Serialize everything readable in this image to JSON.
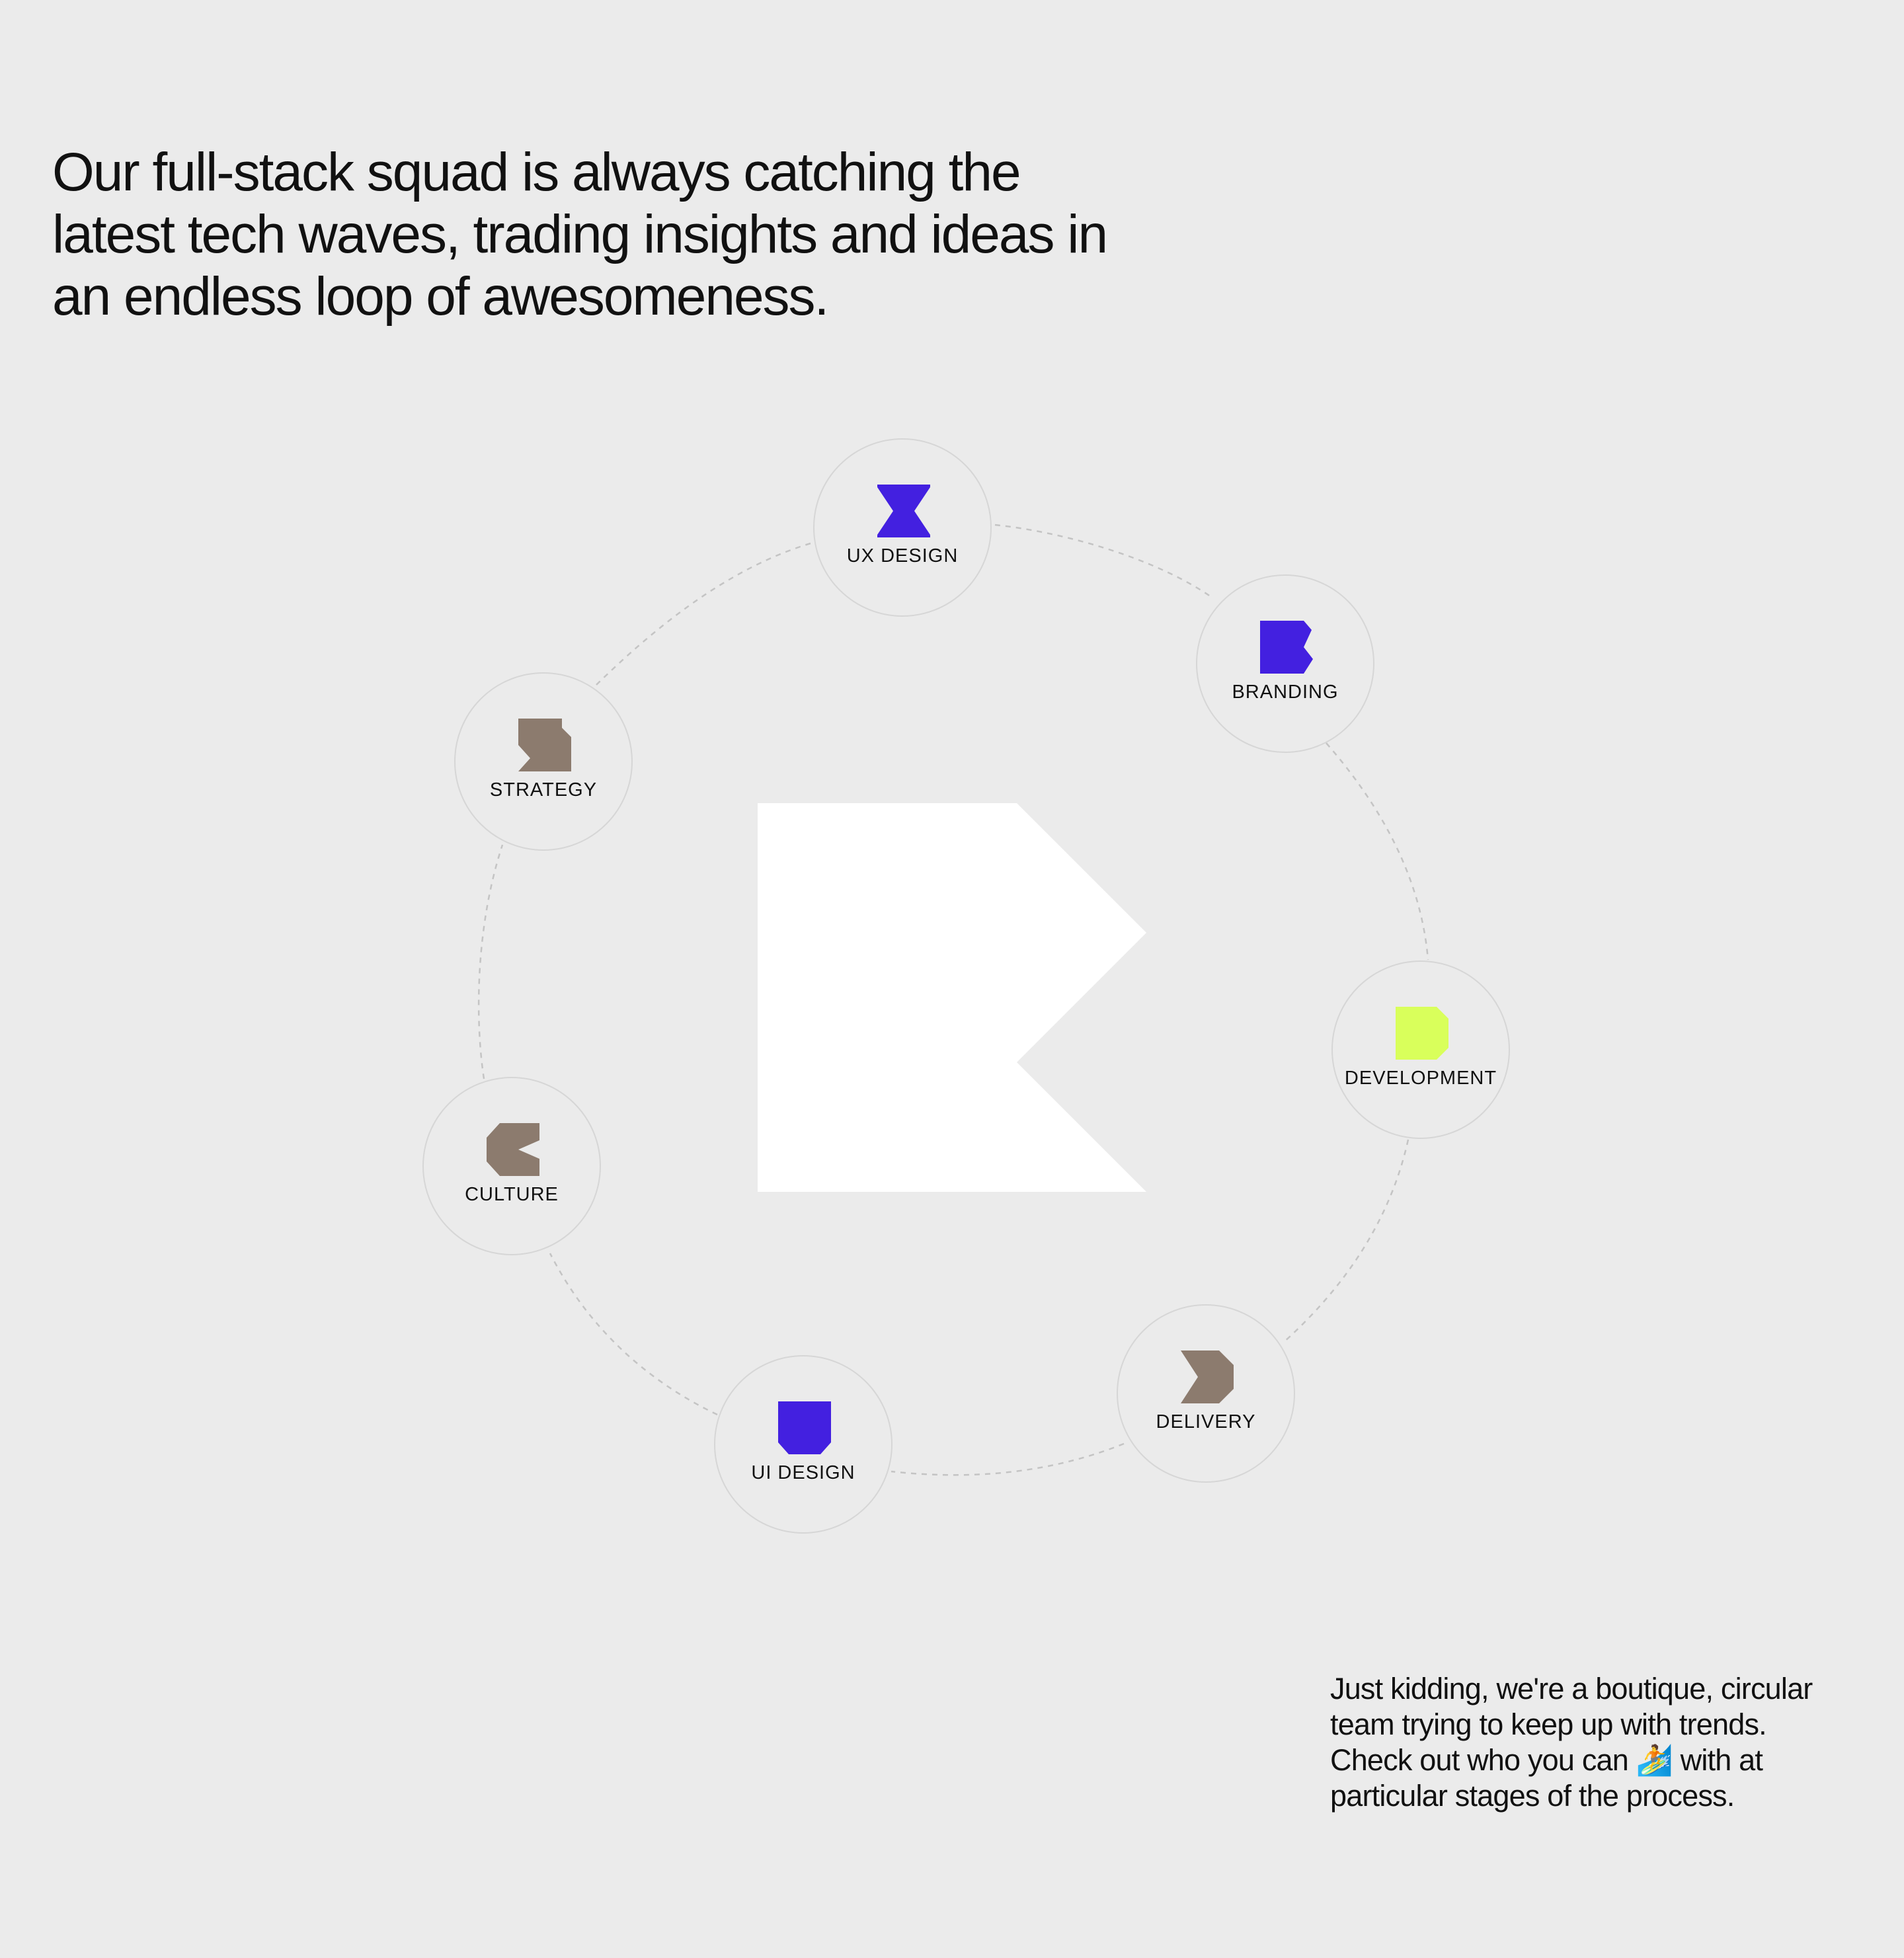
{
  "headline": {
    "line1": "Our full-stack squad is always catching the",
    "line2": "latest tech waves, trading insights and ideas in",
    "line3": "an endless loop of awesomeness."
  },
  "colors": {
    "background": "#ebebeb",
    "purple": "#4320e0",
    "taupe": "#8c7b6e",
    "lime": "#d9ff5b",
    "center_logo": "#ffffff"
  },
  "nodes": [
    {
      "id": "ux-design",
      "label": "UX DESIGN",
      "icon": "hourglass-shape-icon",
      "color": "#4320e0"
    },
    {
      "id": "branding",
      "label": "BRANDING",
      "icon": "b-shape-icon",
      "color": "#4320e0"
    },
    {
      "id": "development",
      "label": "DEVELOPMENT",
      "icon": "d-shape-icon",
      "color": "#d9ff5b"
    },
    {
      "id": "delivery",
      "label": "DELIVERY",
      "icon": "chevron-shape-icon",
      "color": "#8c7b6e"
    },
    {
      "id": "ui-design",
      "label": "UI DESIGN",
      "icon": "u-shield-shape-icon",
      "color": "#4320e0"
    },
    {
      "id": "culture",
      "label": "CULTURE",
      "icon": "c-shape-icon",
      "color": "#8c7b6e"
    },
    {
      "id": "strategy",
      "label": "STRATEGY",
      "icon": "s-shape-icon",
      "color": "#8c7b6e"
    }
  ],
  "footnote": {
    "line1": "Just kidding, we're a boutique, circular",
    "line2": "team trying to keep up with trends.",
    "line3_before": "Check out who you can ",
    "line3_emoji": "🏄",
    "line3_after": " with at",
    "line4": "particular stages of the process."
  }
}
